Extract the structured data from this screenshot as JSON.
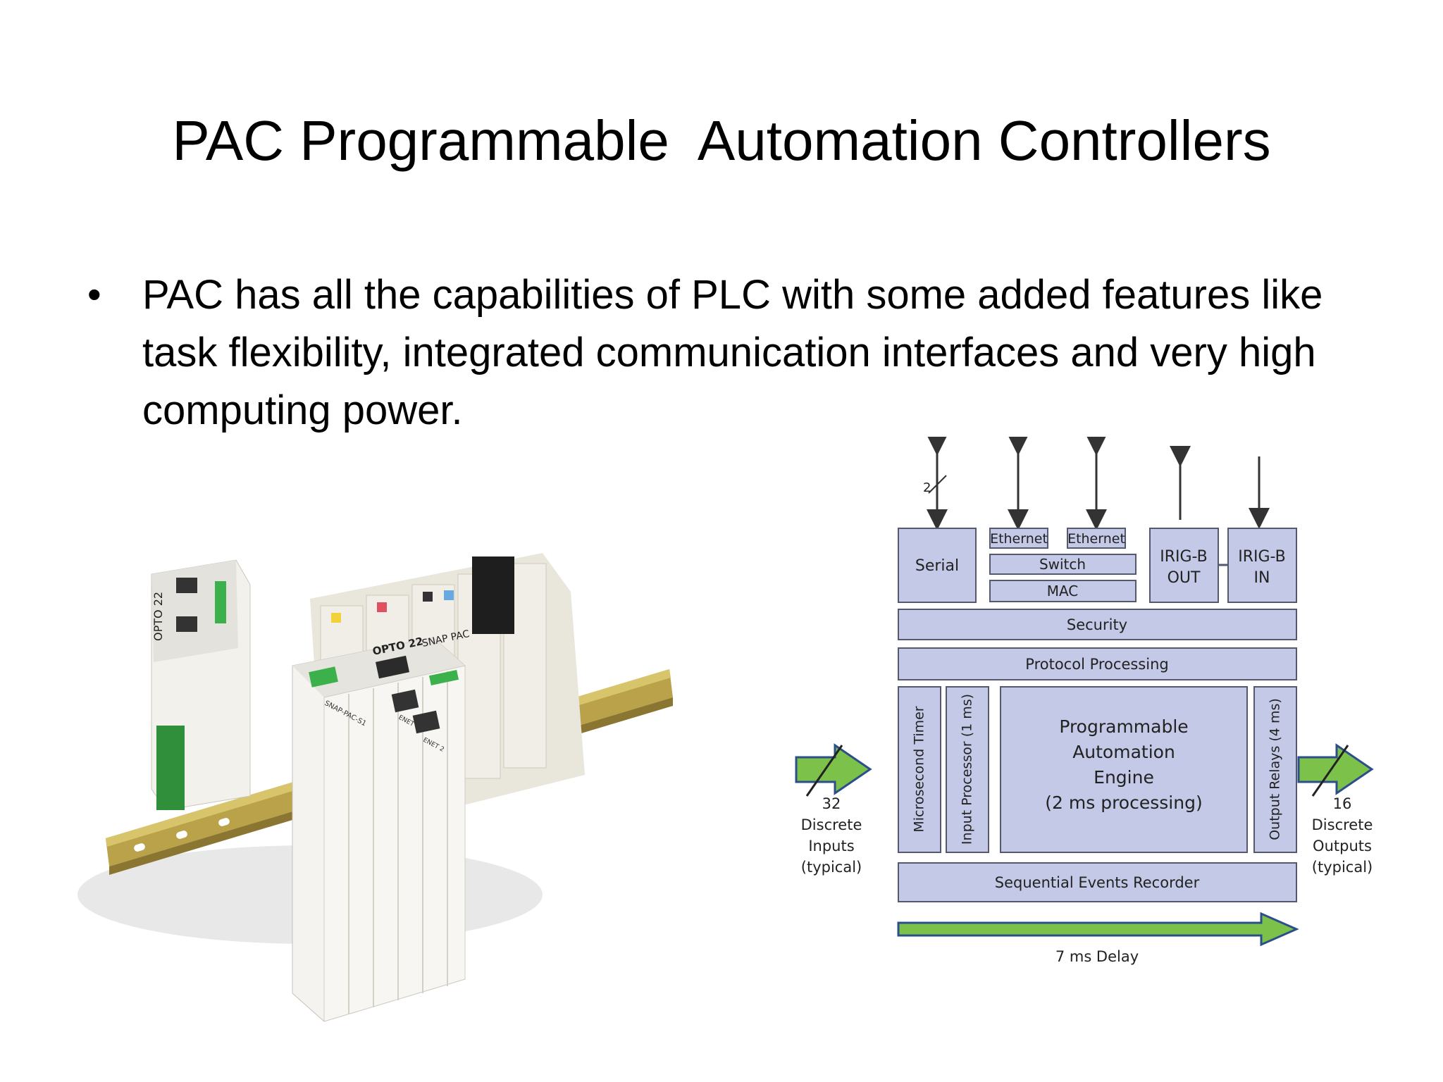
{
  "slide": {
    "title": "PAC Programmable  Automation Controllers",
    "bullet": "PAC has all the capabilities of PLC with some added features like task flexibility, integrated communication interfaces and very high computing power."
  },
  "photo": {
    "brand": "OPTO 22",
    "product": "SNAP PAC",
    "model": "SNAP-PAC-S1",
    "port1": "ENET 1",
    "port2": "ENET 2"
  },
  "diagram": {
    "top_marker": "2",
    "serial": "Serial",
    "ethernet1": "Ethernet",
    "ethernet2": "Ethernet",
    "switch": "Switch",
    "mac": "MAC",
    "irig_out_1": "IRIG-B",
    "irig_out_2": "OUT",
    "irig_in_1": "IRIG-B",
    "irig_in_2": "IN",
    "security": "Security",
    "protocol": "Protocol Processing",
    "timer": "Microsecond Timer",
    "input_proc": "Input Processor (1 ms)",
    "engine_1": "Programmable",
    "engine_2": "Automation",
    "engine_3": "Engine",
    "engine_4": "(2 ms processing)",
    "output_relays": "Output Relays (4 ms)",
    "ser": "Sequential Events Recorder",
    "delay": "7 ms Delay",
    "inputs_count": "32",
    "inputs_1": "Discrete",
    "inputs_2": "Inputs",
    "inputs_3": "(typical)",
    "outputs_count": "16",
    "outputs_1": "Discrete",
    "outputs_2": "Outputs",
    "outputs_3": "(typical)"
  },
  "colors": {
    "box_fill": "#c3c9e6",
    "box_stroke": "#55596e",
    "arrow_fill": "#7cc14a",
    "arrow_stroke": "#2c4f8c"
  }
}
